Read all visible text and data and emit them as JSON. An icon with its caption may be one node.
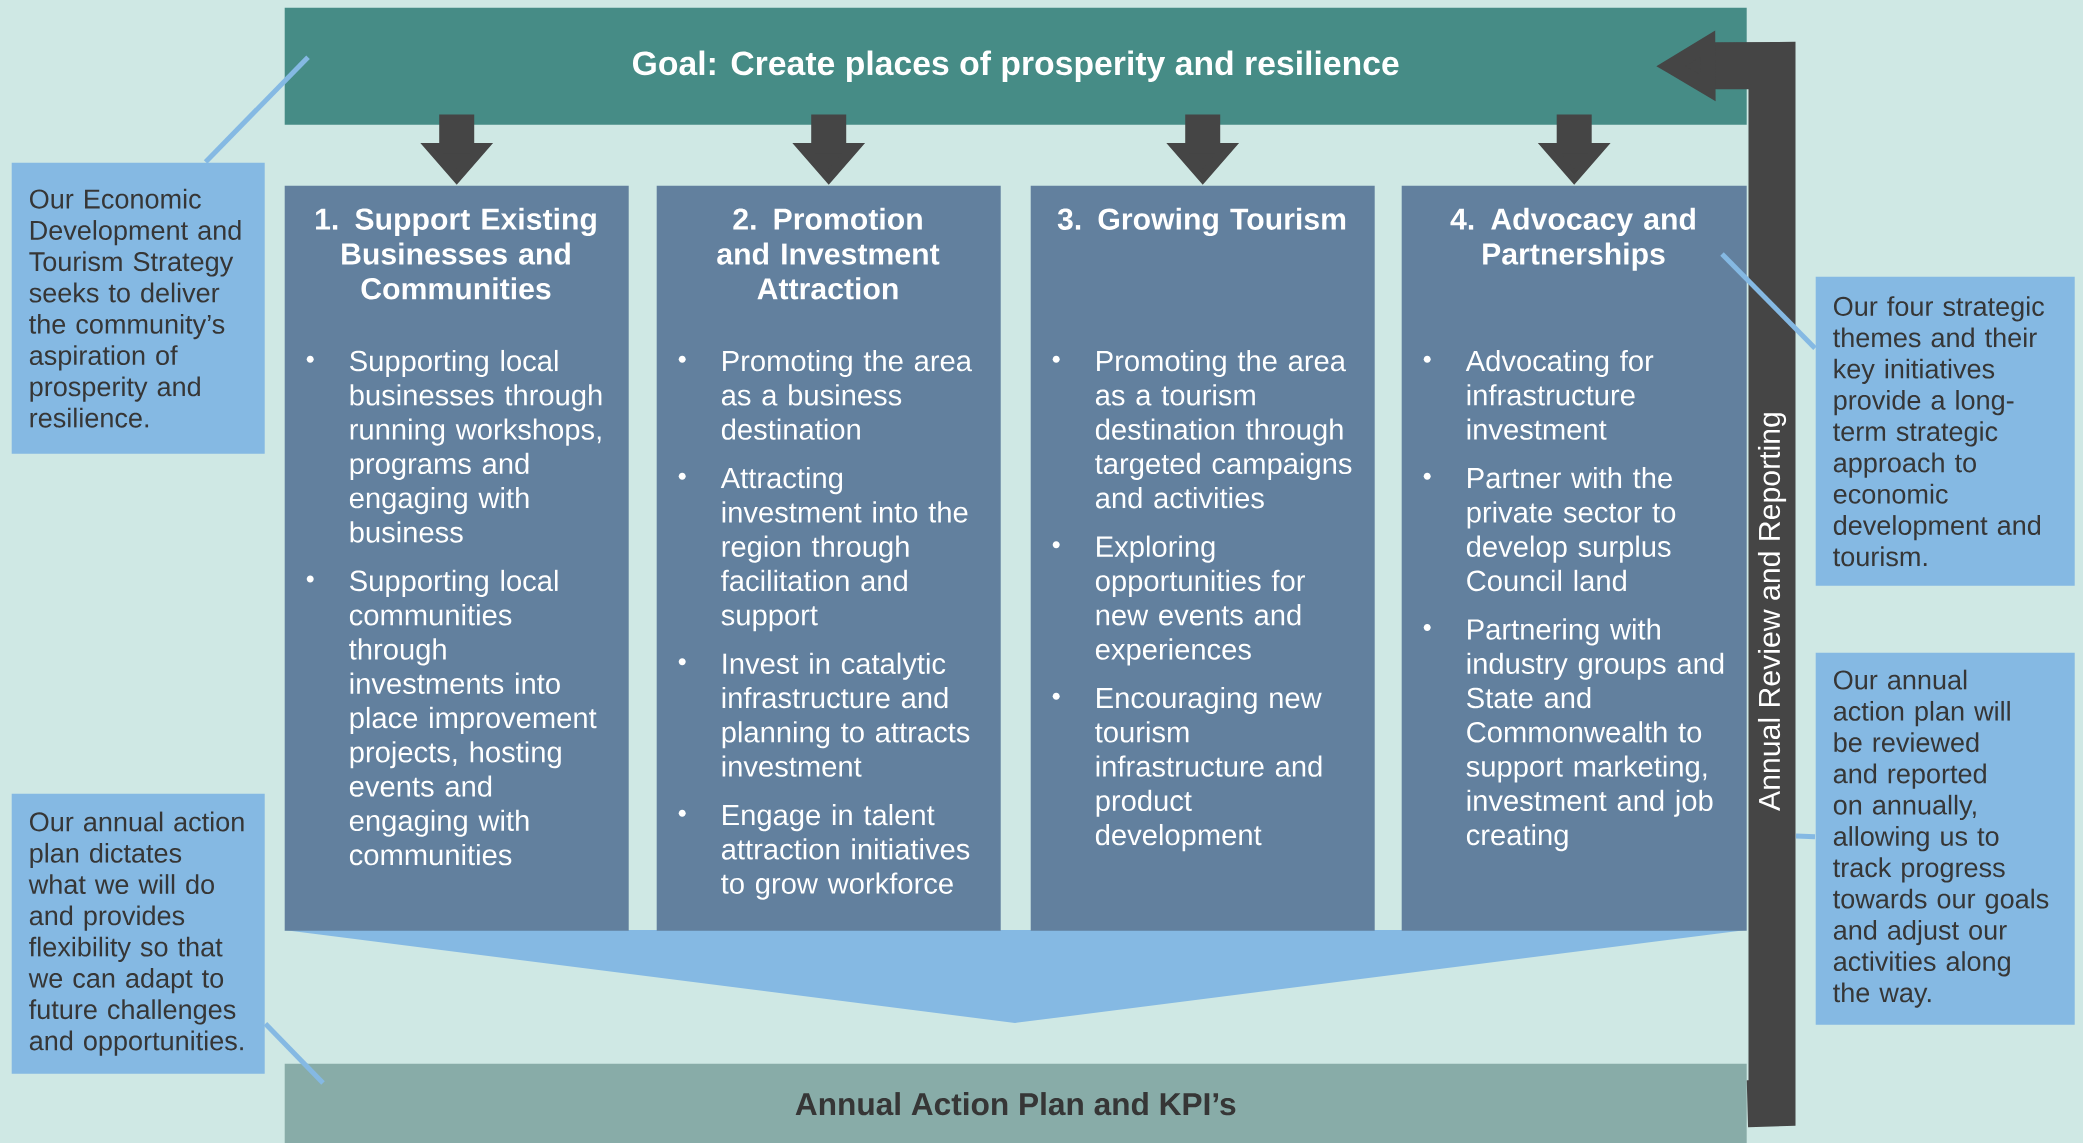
{
  "diagram": {
    "nodes": [
      {
        "text": [
          "Goal: Create places of prosperity and resilience"
        ]
      },
      {
        "text": [
          "1. Support Existing Businesses and Communities",
          "Supporting local businesses through running workshops, programs and engaging with business",
          "Supporting local communities through investments into place improvement projects, hosting events and engaging with communities"
        ]
      },
      {
        "text": [
          "2. Promotion and Investment Attraction",
          "Promoting the area as a business destination",
          "Attracting investment into the region through facilitation and support",
          "Invest in catalytic infrastructure and planning to attracts investment",
          "Engage in talent attraction initiatives to grow workforce"
        ]
      },
      {
        "text": [
          "3. Growing Tourism",
          "Promoting the area as a tourism destination through targeted campaigns and activities",
          "Exploring opportunities for new events and experiences",
          "Encouraging new tourism infrastructure and product development"
        ]
      },
      {
        "text": [
          "4. Advocacy and Partnerships",
          "Advocating for infrastructure investment",
          "Partner with the private sector to develop surplus Council land",
          "Partnering with industry groups and State and Commonwealth to support marketing, investment and job creating"
        ]
      },
      {
        "text": [
          "Annual Action Plan and KPI’s"
        ]
      },
      {
        "text": [
          "Our Economic Development and Tourism Strategy seeks to deliver the community’s aspiration of prosperity and resilience."
        ]
      },
      {
        "text": [
          "Our annual action plan dictates what we will do and provides flexibility so that we can adapt to future challenges and opportunities."
        ]
      },
      {
        "text": [
          "Our four strategic themes and their key initiatives provide a long-term strategic approach to economic development and tourism."
        ]
      },
      {
        "text": [
          "Our annual action plan will be reviewed and reported on annually, allowing us to track progress towards our goals and adjust our activities along the way."
        ]
      }
    ],
    "edges": [
      {
        "from": 0,
        "to": 1,
        "arrow": "to"
      },
      {
        "from": 0,
        "to": 2,
        "arrow": "to"
      },
      {
        "from": 0,
        "to": 3,
        "arrow": "to"
      },
      {
        "from": 0,
        "to": 4,
        "arrow": "to"
      },
      {
        "from": 5,
        "to": 0,
        "arrow": "to",
        "label": "Annual Review and Reporting"
      },
      {
        "from": 6,
        "to": 0,
        "arrow": "none",
        "color": "#85b9e3"
      },
      {
        "from": 7,
        "to": 5,
        "arrow": "none",
        "color": "#85b9e3"
      },
      {
        "from": 8,
        "to": 4,
        "arrow": "none",
        "color": "#85b9e3"
      },
      {
        "from": 9,
        "to": null,
        "arrow": "none",
        "color": "#85b9e3"
      }
    ]
  }
}
